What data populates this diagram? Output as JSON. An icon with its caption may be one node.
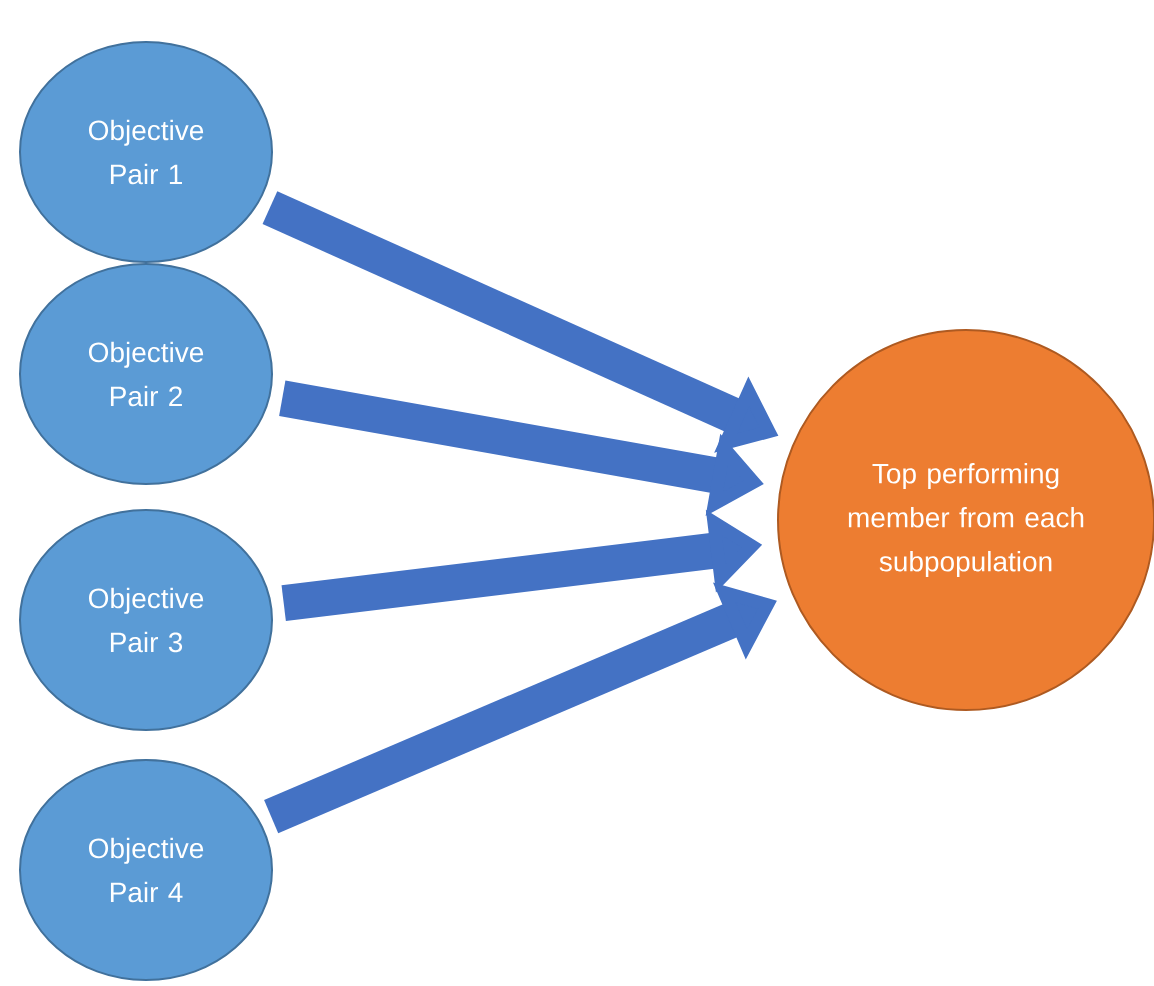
{
  "diagram": {
    "nodes": [
      {
        "text": [
          "Objective Pair 1"
        ]
      },
      {
        "text": [
          "Objective Pair 2"
        ]
      },
      {
        "text": [
          "Objective Pair 3"
        ]
      },
      {
        "text": [
          "Objective Pair 4"
        ]
      },
      {
        "text": [
          "Top performing member from each subpopulation"
        ]
      }
    ],
    "edges": [
      {
        "from": 0,
        "to": 4,
        "arrow": "to"
      },
      {
        "from": 1,
        "to": 4,
        "arrow": "to"
      },
      {
        "from": 2,
        "to": 4,
        "arrow": "to"
      },
      {
        "from": 3,
        "to": 4,
        "arrow": "to"
      }
    ]
  }
}
